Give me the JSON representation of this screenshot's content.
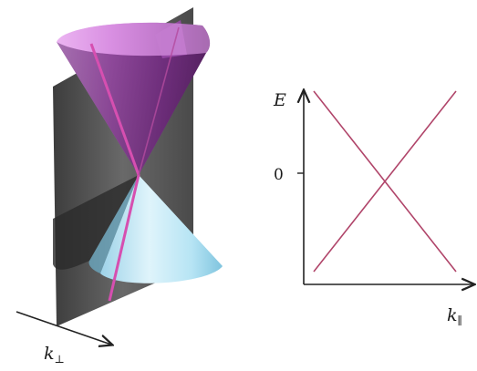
{
  "left_panel": {
    "axis_label": "k",
    "axis_subscript": "⊥"
  },
  "right_panel": {
    "y_axis_label": "E",
    "zero_label": "0",
    "x_axis_label": "k",
    "x_axis_subscript": "∥"
  },
  "colors": {
    "upper_cone": "#c86fcf",
    "lower_cone": "#b7e6f5",
    "plane": "#4a4a4a",
    "dispersion_line": "#b0456a",
    "axis": "#222222"
  },
  "chart_data": {
    "type": "line",
    "title": "",
    "xlabel": "k∥",
    "ylabel": "E",
    "y_ticks": [
      "0"
    ],
    "series": [
      {
        "x": [
          -1,
          1
        ],
        "y": [
          -1,
          1
        ]
      },
      {
        "x": [
          -1,
          1
        ],
        "y": [
          1,
          -1
        ]
      }
    ]
  }
}
